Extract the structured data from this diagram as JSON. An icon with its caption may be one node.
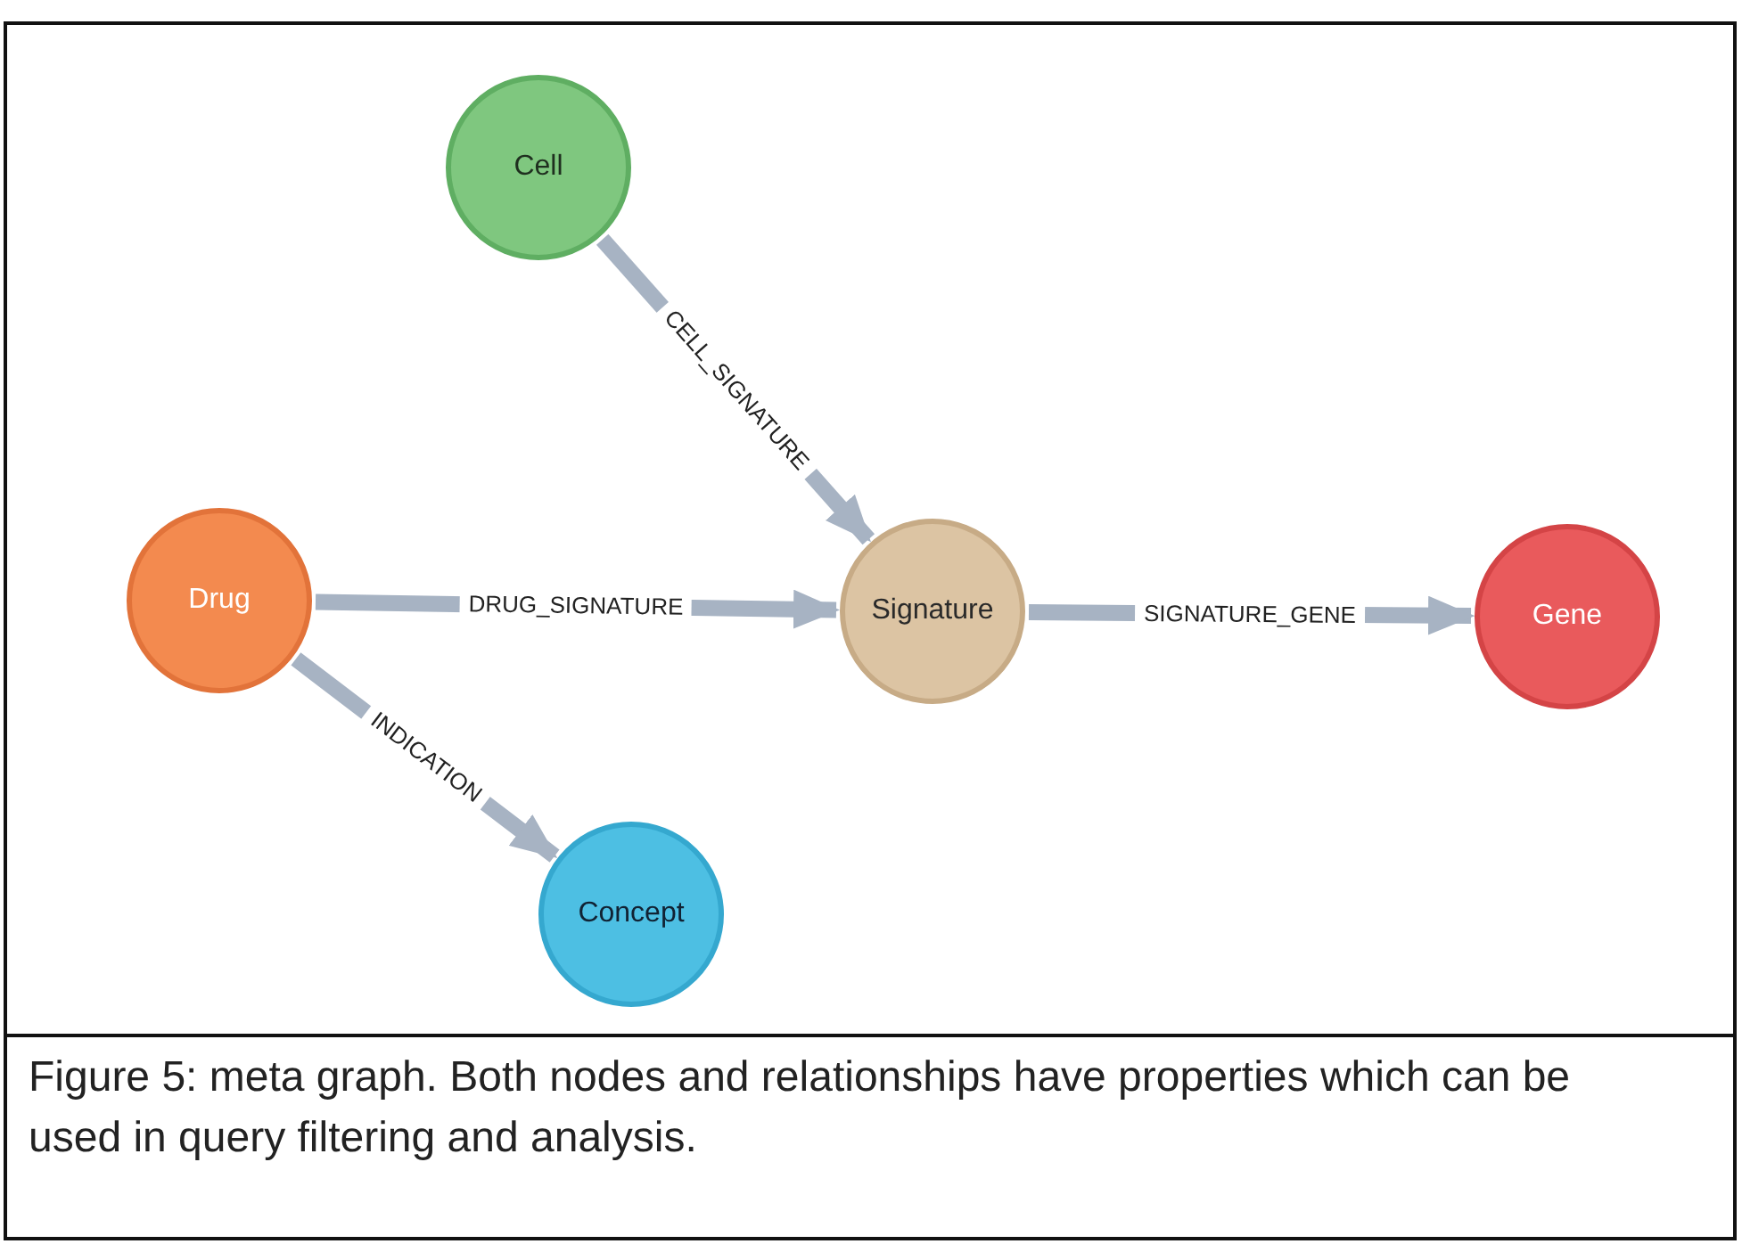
{
  "diagram": {
    "caption": "Figure 5: meta graph. Both nodes and relationships have properties which can be used in query filtering and analysis.",
    "nodes": [
      {
        "text": [
          "Cell"
        ]
      },
      {
        "text": [
          "Drug"
        ]
      },
      {
        "text": [
          "Signature"
        ]
      },
      {
        "text": [
          "Gene"
        ]
      },
      {
        "text": [
          "Concept"
        ]
      }
    ],
    "edges": [
      {
        "from": 0,
        "to": 2,
        "arrow": "to",
        "label": "CELL_SIGNATURE"
      },
      {
        "from": 1,
        "to": 2,
        "arrow": "to",
        "label": "DRUG_SIGNATURE"
      },
      {
        "from": 2,
        "to": 3,
        "arrow": "to",
        "label": "SIGNATURE_GENE"
      },
      {
        "from": 1,
        "to": 4,
        "arrow": "to",
        "label": "INDICATION"
      }
    ]
  }
}
